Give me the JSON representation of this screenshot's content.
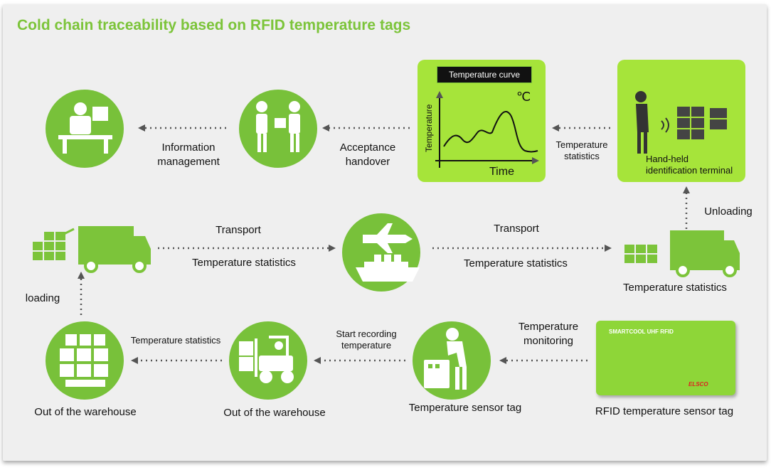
{
  "title": "Cold chain traceability based on RFID temperature tags",
  "nodes": {
    "information_management": "Information\nmanagement",
    "acceptance_handover": "Acceptance\nhandover",
    "temperature_statistics_top": "Temperature\nstatistics",
    "handheld_terminal": "Hand-held\nidentification terminal",
    "unloading": "Unloading",
    "transport_left": "Transport",
    "temperature_statistics_left": "Temperature statistics",
    "transport_right": "Transport",
    "temperature_statistics_right": "Temperature statistics",
    "temperature_statistics_truck": "Temperature statistics",
    "loading": "loading",
    "temperature_statistics_bottom": "Temperature statistics",
    "start_recording": "Start recording\ntemperature",
    "temperature_monitoring": "Temperature\nmonitoring",
    "out_of_warehouse_1": "Out of the warehouse",
    "out_of_warehouse_2": "Out of the warehouse",
    "temperature_sensor_tag": "Temperature sensor tag",
    "rfid_sensor_tag": "RFID temperature sensor tag"
  },
  "chart": {
    "header": "Temperature curve",
    "unit": "℃",
    "ylabel": "Temperature",
    "xlabel": "Time"
  },
  "card": {
    "top_text": "SMARTCOOL UHF RFID",
    "brand": "ELSCO"
  },
  "colors": {
    "accent": "#78c13a",
    "title": "#7cc43a",
    "highlight_box": "#a6e43a",
    "arrow": "#555555"
  }
}
